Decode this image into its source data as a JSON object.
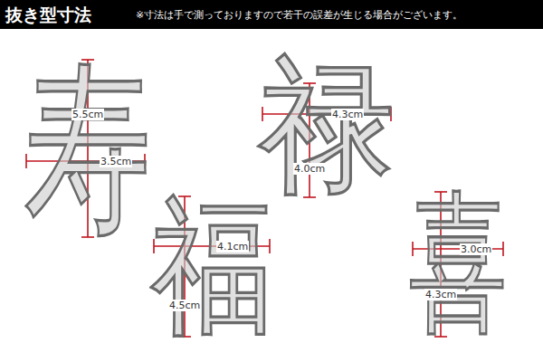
{
  "diagram": {
    "title": "抜き型寸法",
    "labels": [
      "※寸法は手で測っておりますので若干の誤差が生じる場合がございます。",
      "寿",
      "5.5cm",
      "3.5cm",
      "禄",
      "4.3cm",
      "4.0cm",
      "福",
      "4.1cm",
      "4.5cm",
      "喜",
      "3.0cm",
      "4.3cm"
    ]
  }
}
